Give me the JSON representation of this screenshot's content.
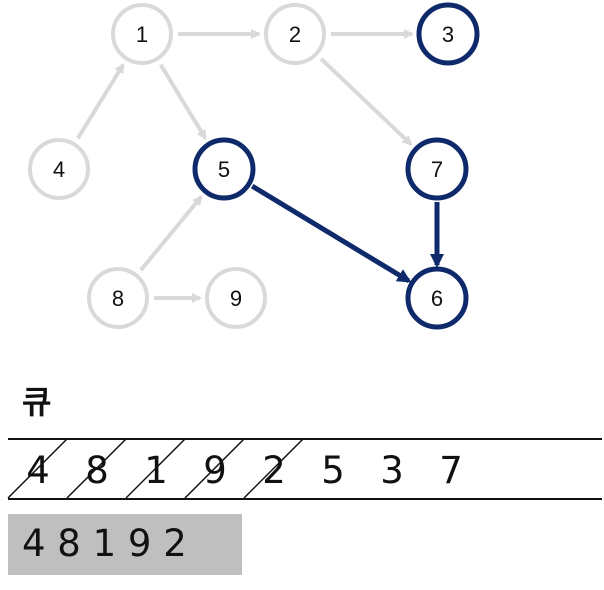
{
  "graph": {
    "nodes": [
      {
        "id": "1",
        "label": "1",
        "state": "visited"
      },
      {
        "id": "2",
        "label": "2",
        "state": "visited"
      },
      {
        "id": "3",
        "label": "3",
        "state": "queued"
      },
      {
        "id": "4",
        "label": "4",
        "state": "visited"
      },
      {
        "id": "5",
        "label": "5",
        "state": "queued"
      },
      {
        "id": "7",
        "label": "7",
        "state": "queued"
      },
      {
        "id": "8",
        "label": "8",
        "state": "visited"
      },
      {
        "id": "9",
        "label": "9",
        "state": "visited"
      },
      {
        "id": "6",
        "label": "6",
        "state": "queued"
      }
    ],
    "edges": [
      {
        "from": "1",
        "to": "2",
        "state": "inactive"
      },
      {
        "from": "2",
        "to": "3",
        "state": "inactive"
      },
      {
        "from": "4",
        "to": "1",
        "state": "inactive"
      },
      {
        "from": "1",
        "to": "5",
        "state": "inactive"
      },
      {
        "from": "2",
        "to": "7",
        "state": "inactive"
      },
      {
        "from": "8",
        "to": "5",
        "state": "inactive"
      },
      {
        "from": "8",
        "to": "9",
        "state": "inactive"
      },
      {
        "from": "5",
        "to": "6",
        "state": "active"
      },
      {
        "from": "7",
        "to": "6",
        "state": "active"
      }
    ]
  },
  "queue": {
    "title": "큐",
    "items": [
      {
        "value": "4",
        "dequeued": true
      },
      {
        "value": "8",
        "dequeued": true
      },
      {
        "value": "1",
        "dequeued": true
      },
      {
        "value": "9",
        "dequeued": true
      },
      {
        "value": "2",
        "dequeued": true
      },
      {
        "value": "5",
        "dequeued": false
      },
      {
        "value": "3",
        "dequeued": false
      },
      {
        "value": "7",
        "dequeued": false
      }
    ]
  },
  "result": {
    "text": "4 8 1 9 2"
  },
  "colors": {
    "inactive": "#d9d9d9",
    "active": "#0e2a6b",
    "result_background": "#bfbfbf",
    "text": "#111111"
  }
}
